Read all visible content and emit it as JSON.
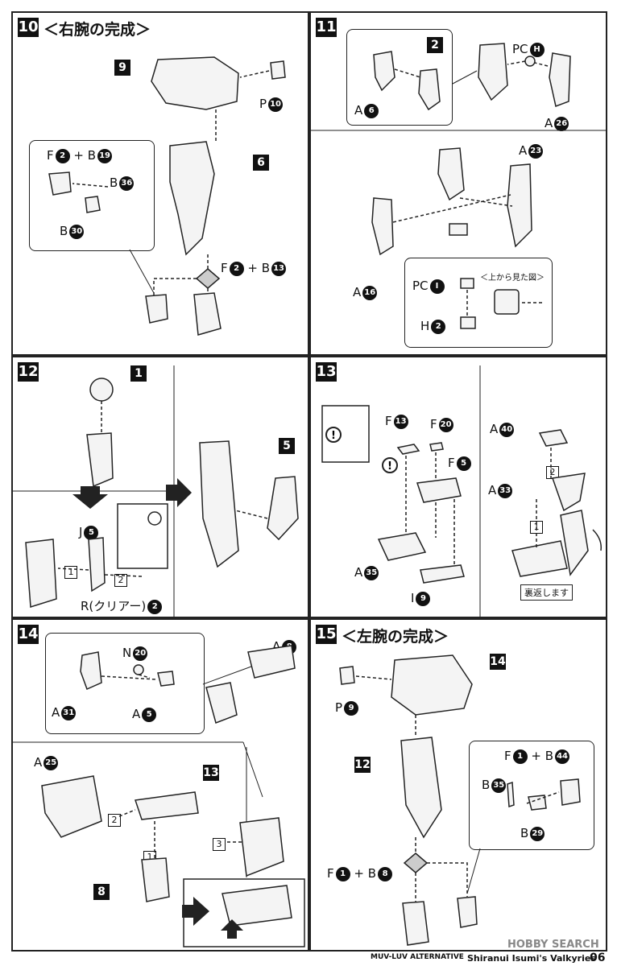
{
  "steps": {
    "s10": {
      "num": "10",
      "title": "＜右腕の完成＞",
      "labels": {
        "p": "P",
        "p_n": "10",
        "f1": "F",
        "f1_n": "2",
        "b1": "+ B",
        "b1_n": "19",
        "b2": "B",
        "b2_n": "36",
        "b3": "B",
        "b3_n": "30",
        "f2": "F",
        "f2_n": "2",
        "b4": "+ B",
        "b4_n": "13"
      },
      "tags": {
        "t9": "9",
        "t6": "6"
      }
    },
    "s11": {
      "num": "11",
      "labels": {
        "a6": "A",
        "a6_n": "6",
        "pch": "PC",
        "pch_n": "H",
        "a26": "A",
        "a26_n": "26",
        "a23": "A",
        "a23_n": "23",
        "a16": "A",
        "a16_n": "16",
        "pci": "PC",
        "pci_n": "I",
        "h2": "H",
        "h2_n": "2",
        "view": "＜上から見た図＞"
      },
      "tags": {
        "t2": "2"
      }
    },
    "s12": {
      "num": "12",
      "labels": {
        "j5": "J",
        "j5_n": "5",
        "r2": "R(クリアー)",
        "r2_n": "2",
        "n1": "1",
        "n2": "2"
      },
      "tags": {
        "t1": "1",
        "t5": "5"
      }
    },
    "s13": {
      "num": "13",
      "labels": {
        "f13": "F",
        "f13_n": "13",
        "f20": "F",
        "f20_n": "20",
        "f5": "F",
        "f5_n": "5",
        "a35": "A",
        "a35_n": "35",
        "i9": "I",
        "i9_n": "9",
        "a40": "A",
        "a40_n": "40",
        "a33": "A",
        "a33_n": "33",
        "n1": "1",
        "n2": "2",
        "flip": "裏返します"
      }
    },
    "s14": {
      "num": "14",
      "labels": {
        "n20": "N",
        "n20_n": "20",
        "a8": "A",
        "a8_n": "8",
        "a31": "A",
        "a31_n": "31",
        "a5": "A",
        "a5_n": "5",
        "a25": "A",
        "a25_n": "25",
        "n1": "1",
        "n2": "2",
        "n3": "3"
      },
      "tags": {
        "t13": "13",
        "t8": "8"
      }
    },
    "s15": {
      "num": "15",
      "title": "＜左腕の完成＞",
      "labels": {
        "p9": "P",
        "p9_n": "9",
        "f1": "F",
        "f1_n": "1",
        "b44": "+ B",
        "b44_n": "44",
        "b35": "B",
        "b35_n": "35",
        "b29": "B",
        "b29_n": "29",
        "f2": "F",
        "f2_n": "1",
        "b8": "+ B",
        "b8_n": "8"
      },
      "tags": {
        "t14": "14",
        "t12": "12"
      }
    }
  },
  "footer": {
    "brand": "Shiranui Isumi's Valkyries",
    "maker": "MUV-LUV ALTERNATIVE",
    "page": "06",
    "watermark": "HOBBY SEARCH"
  }
}
